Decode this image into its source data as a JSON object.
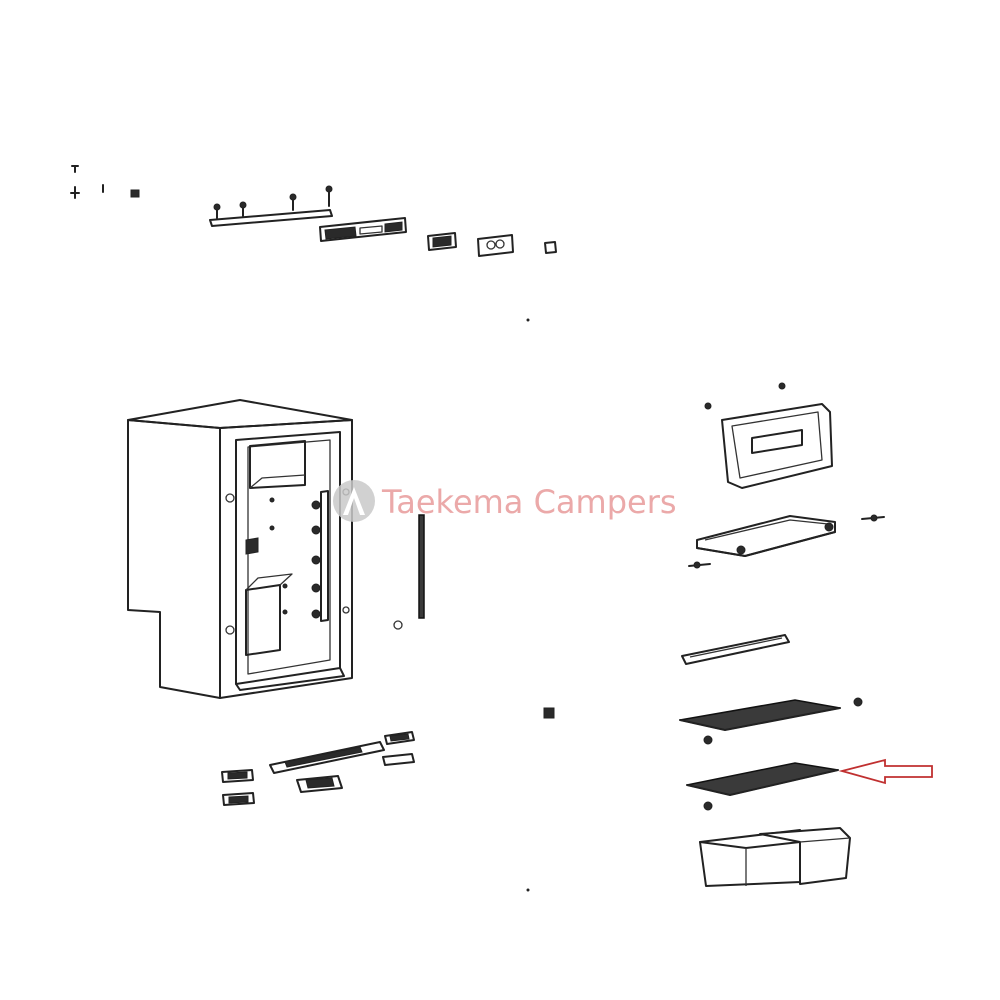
{
  "watermark": {
    "text": "Taekema Campers",
    "color": "#e9a0a0"
  },
  "highlight_arrow": {
    "color": "#c03030",
    "target": "lower-wire-shelf"
  },
  "parts": [
    "screw-set",
    "top-hinge-bracket",
    "control-panel-frame",
    "thermostat-knob-plate",
    "switch-plate",
    "cabinet-body",
    "door-bin-cover",
    "freezer-tray",
    "crisper-cover-strip",
    "upper-wire-shelf",
    "lower-wire-shelf",
    "crisper-drawer-left",
    "crisper-drawer-right",
    "base-feet-and-brackets"
  ]
}
